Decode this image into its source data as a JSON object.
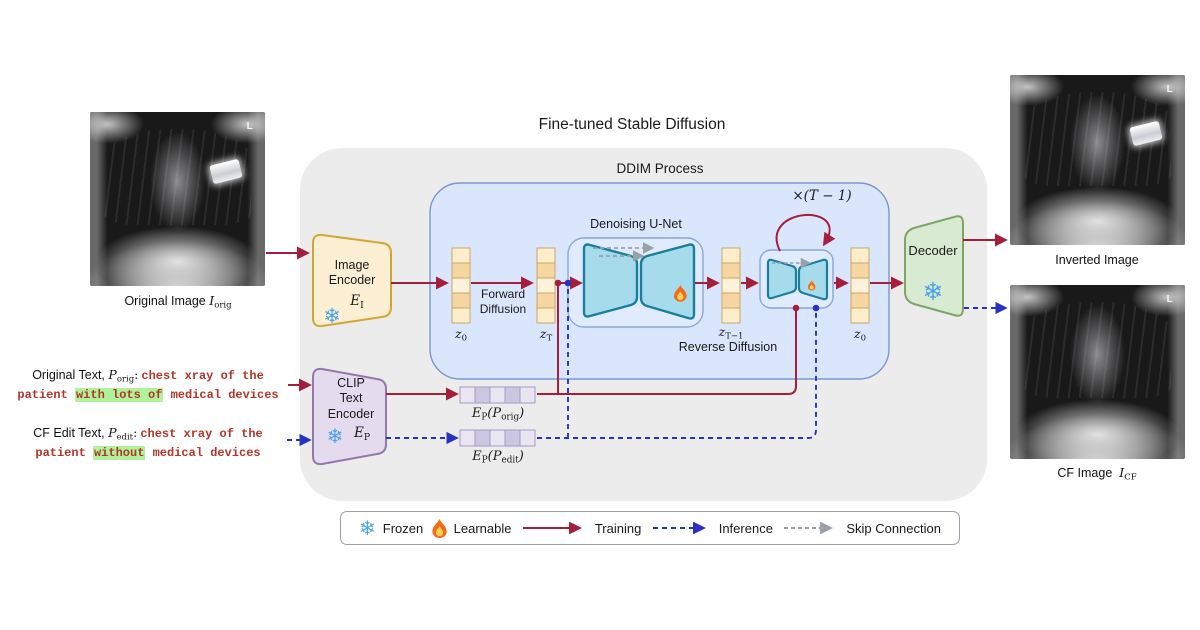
{
  "title": "Fine-tuned Stable Diffusion",
  "ddim": {
    "label": "DDIM Process"
  },
  "icons": {
    "snowflake": "❄"
  },
  "xrays": {
    "original": {
      "marker": "L",
      "caption": {
        "text": "Original Image",
        "symbol": "I",
        "sub": "orig"
      }
    },
    "inverted": {
      "marker": "L",
      "caption": {
        "text": "Inverted Image"
      }
    },
    "cf": {
      "marker": "L",
      "caption": {
        "text": "CF Image",
        "symbol": "I",
        "sub": "CF"
      }
    }
  },
  "prompts": {
    "original": {
      "label": "Original Text,",
      "symbol": "P",
      "sub": "orig",
      "colon": ":",
      "pre": "chest xray of the patient ",
      "highlight": "with lots of",
      "post": " medical devices"
    },
    "cf": {
      "label": "CF Edit Text,",
      "symbol": "P",
      "sub": "edit",
      "colon": ":",
      "pre": "chest xray of the patient ",
      "highlight": "without",
      "post": " medical devices"
    }
  },
  "encoders": {
    "image": {
      "line1": "Image",
      "line2": "Encoder",
      "symbol": "E",
      "sub": "I"
    },
    "clip": {
      "line1": "CLIP",
      "line2": "Text",
      "line3": "Encoder",
      "symbol": "E",
      "sub": "P"
    },
    "decoder": {
      "label": "Decoder"
    }
  },
  "process": {
    "forward": {
      "line1": "Forward",
      "line2": "Diffusion"
    },
    "unet": {
      "label": "Denoising U-Net"
    },
    "reverse": {
      "label": "Reverse Diffusion"
    },
    "loop": {
      "label": "×(T − 1)"
    }
  },
  "latents": {
    "z0in": {
      "base": "z",
      "sub": "0"
    },
    "zT": {
      "base": "z",
      "sub": "T"
    },
    "zTm1": {
      "base": "z",
      "sub": "T−1"
    },
    "z0out": {
      "base": "z",
      "sub": "0"
    }
  },
  "embeddings": {
    "orig": {
      "fn": "E",
      "fnsub": "P",
      "open": "(",
      "arg": "P",
      "argsub": "orig",
      "close": ")"
    },
    "edit": {
      "fn": "E",
      "fnsub": "P",
      "open": "(",
      "arg": "P",
      "argsub": "edit",
      "close": ")"
    }
  },
  "legend": {
    "items": [
      {
        "icon": "snowflake-icon",
        "label": "Frozen"
      },
      {
        "icon": "flame-icon",
        "label": "Learnable"
      },
      {
        "icon": "training-arrow",
        "label": "Training"
      },
      {
        "icon": "inference-arrow",
        "label": "Inference"
      },
      {
        "icon": "skip-arrow",
        "label": "Skip Connection"
      }
    ]
  },
  "colors": {
    "training": "#a51e3c",
    "inference": "#2832c2",
    "skip": "#99a0a8",
    "highlight": "#b0f29c",
    "prompt_text": "#b23529"
  }
}
